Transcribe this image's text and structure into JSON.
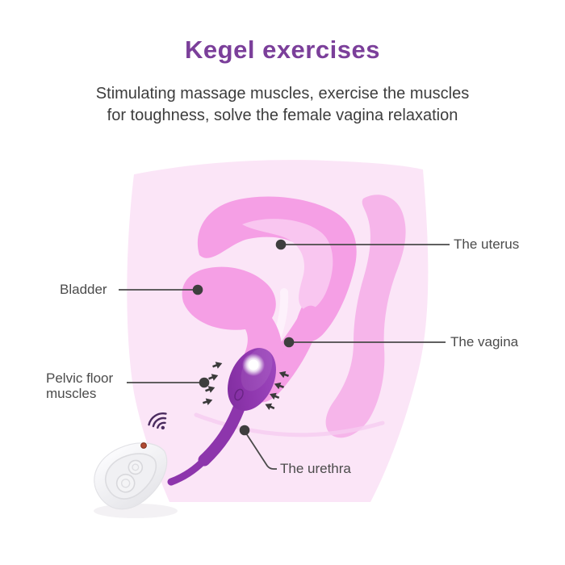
{
  "title": "Kegel exercises",
  "subtitle": {
    "line1": "Stimulating massage muscles, exercise the muscles",
    "line2": "for toughness, solve the female vagina relaxation"
  },
  "diagram": {
    "labels": {
      "uterus": "The uterus",
      "bladder": "Bladder",
      "vagina": "The vagina",
      "pelvic_floor_line1": "Pelvic floor",
      "pelvic_floor_line2": "muscles",
      "urethra": "The urethra"
    },
    "icons": {
      "wireless_signal": "wireless-signal-icon",
      "led_indicator": "led-indicator-icon",
      "vibration_arrows": "vibration-arrow-icons"
    },
    "devices": {
      "remote": "remote-control",
      "egg": "kegel-egg-vibrator"
    },
    "colors": {
      "title_purple": "#7b3f9a",
      "subtitle_gray": "#3d3d3d",
      "label_gray": "#4b4b4b",
      "leader_line": "#4a4a4a",
      "leader_dot": "#3e3e3e",
      "body_silhouette": "#fbe5f7",
      "organ_pink": "#f59fe5",
      "organ_inner_pink": "#f9c6f0",
      "bowel_pink": "#f6b5ea",
      "perineum_arc": "#f6ccf0",
      "device_purple": "#8d35ac",
      "remote_white": "#f2f2f5",
      "wifi_purple": "#4a2b5f",
      "led_red": "#b04a32",
      "arrow_dark": "#3a3a3a"
    }
  }
}
